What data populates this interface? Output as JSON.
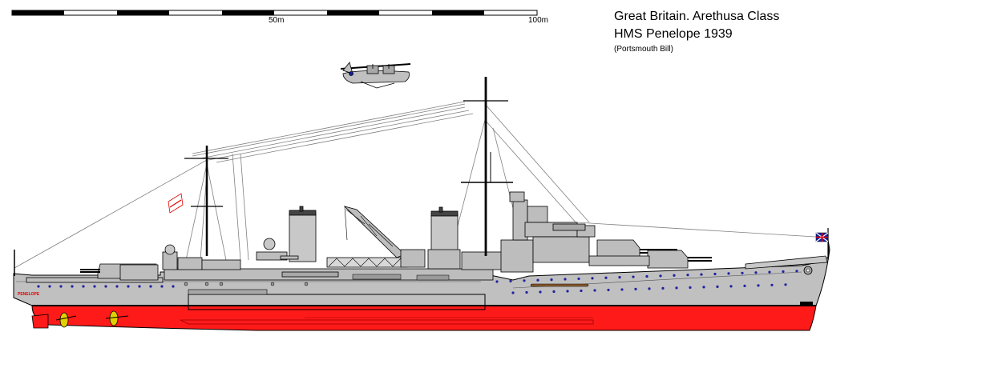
{
  "header": {
    "line1": "Great Britain. Arethusa Class",
    "line2": "HMS Penelope 1939",
    "credit": "(Portsmouth Bill)"
  },
  "scale": {
    "label_50": "50m",
    "label_100": "100m"
  },
  "ship": {
    "stern_name": "PENELOPE"
  },
  "colors": {
    "hull_grey": "#c0c0c0",
    "superstructure_grey": "#bdbdbd",
    "antifouling_red": "#ff1a1a",
    "deck_dark": "#8c8c8c",
    "porthole_blue": "#2020a0",
    "propeller_yellow": "#e0d000",
    "boot_topping": "#000000"
  }
}
